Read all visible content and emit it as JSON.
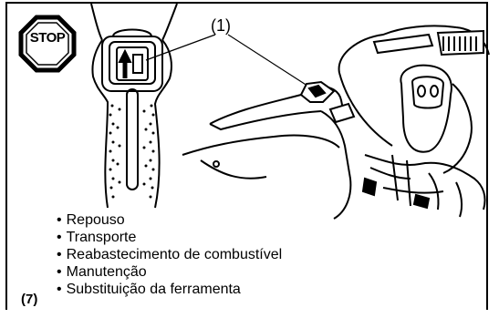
{
  "figure": {
    "callout_label": "(1)",
    "stop_sign_text": "STOP",
    "note_number": "(7)",
    "steps": [
      "Repouso",
      "Transporte",
      "Reabastecimento de combustível",
      "Manutenção",
      "Substituição da ferramenta"
    ]
  }
}
